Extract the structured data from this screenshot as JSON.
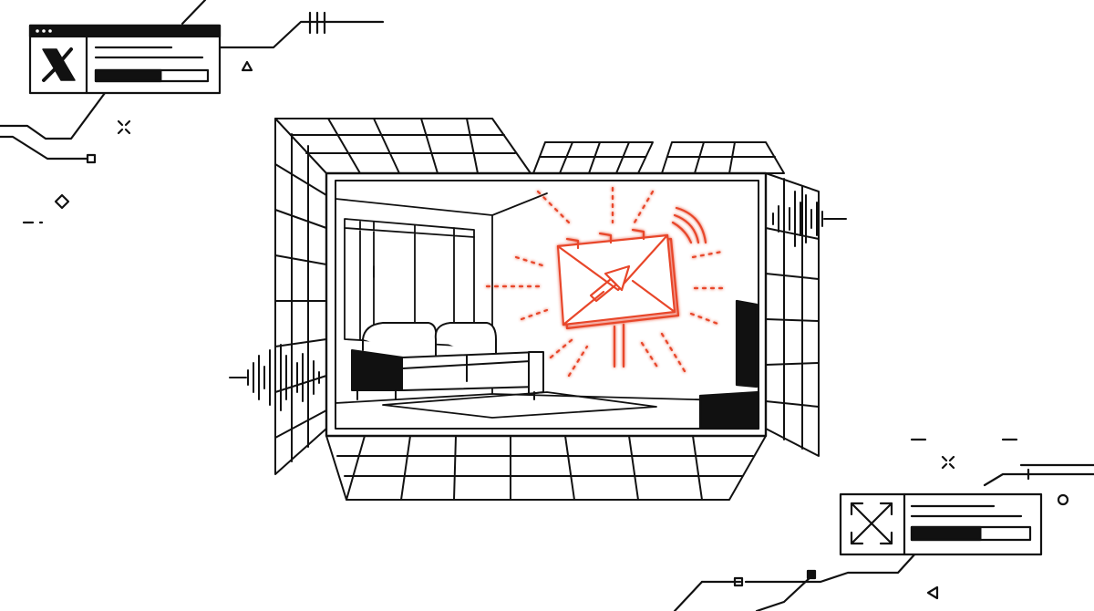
{
  "colors": {
    "ink": "#111111",
    "accent": "#e8472b",
    "background": "#ffffff"
  },
  "widgets": {
    "top_left": {
      "icon": "x-logo-icon",
      "progress": 0.58
    },
    "bottom_right": {
      "icon": "expand-arrows-icon",
      "progress": 0.58
    }
  },
  "scene": {
    "room_objects": [
      "window",
      "sofa",
      "rug",
      "tv",
      "tv-stand"
    ],
    "accent_object": "billboard-with-cursor-icon",
    "signal": "wifi-waves-icon"
  }
}
